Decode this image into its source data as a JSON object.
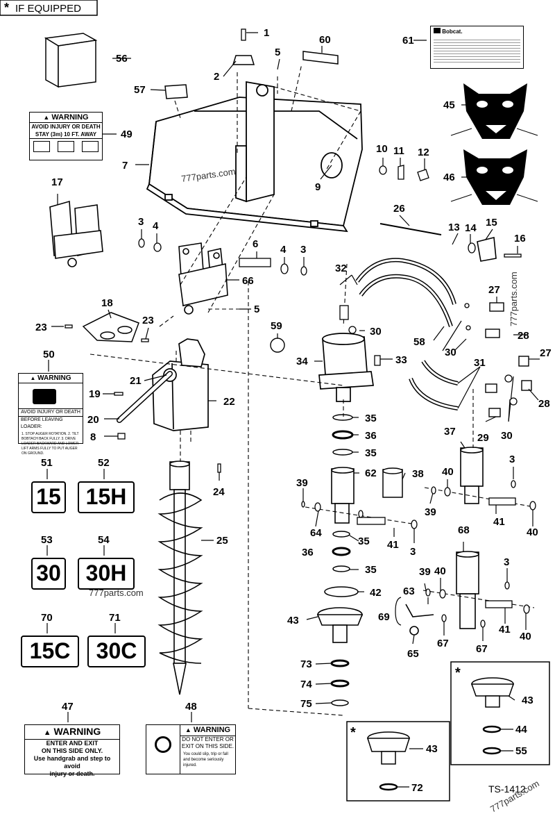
{
  "header": {
    "asterisk": "*",
    "if_equipped": "IF EQUIPPED"
  },
  "callouts": [
    "1",
    "2",
    "3",
    "4",
    "5",
    "6",
    "7",
    "8",
    "9",
    "10",
    "11",
    "12",
    "13",
    "14",
    "15",
    "16",
    "17",
    "18",
    "19",
    "20",
    "21",
    "22",
    "23",
    "24",
    "25",
    "26",
    "27",
    "28",
    "29",
    "30",
    "31",
    "32",
    "33",
    "34",
    "35",
    "36",
    "37",
    "38",
    "39",
    "40",
    "41",
    "42",
    "43",
    "44",
    "45",
    "46",
    "47",
    "48",
    "49",
    "50",
    "51",
    "52",
    "53",
    "54",
    "55",
    "56",
    "57",
    "58",
    "59",
    "60",
    "61",
    "62",
    "63",
    "64",
    "65",
    "66",
    "67",
    "68",
    "69",
    "70",
    "71",
    "72",
    "73",
    "74",
    "75"
  ],
  "decals": {
    "d51": "15",
    "d52": "15H",
    "d53": "30",
    "d54": "30H",
    "d70": "15C",
    "d71": "30C"
  },
  "warning49": {
    "title": "WARNING",
    "line1": "AVOID INJURY OR DEATH",
    "line2": "STAY (3m) 10 FT. AWAY"
  },
  "warning50": {
    "title": "WARNING",
    "line1": "AVOID INJURY OR DEATH",
    "line2": "BEFORE LEAVING LOADER:",
    "steps": "1. STOP AUGER ROTATION.  2. TILT BOBTACH BACK FULLY.  3. DRIVE LOADER BACKWARD AND LOWER LIFT ARMS FULLY TO PUT AUGER ON GROUND."
  },
  "warning47": {
    "title": "WARNING",
    "line1": "ENTER AND EXIT",
    "line2": "ON THIS SIDE ONLY.",
    "line3": "Use handgrab and step to avoid",
    "line4": "injury or death."
  },
  "warning48": {
    "title": "WARNING",
    "line1": "DO NOT ENTER OR",
    "line2": "EXIT ON THIS SIDE.",
    "line3": "You could slip, trip or fall and become seriously injured."
  },
  "plate61": {
    "brand": "Bobcat."
  },
  "inset_marks": {
    "a": "*",
    "b": "*"
  },
  "drawing_number": "TS-1412",
  "watermarks": {
    "w1": "777parts.com",
    "w2": "777parts.com",
    "w3": "777parts.com",
    "w4": "777parts.com"
  }
}
